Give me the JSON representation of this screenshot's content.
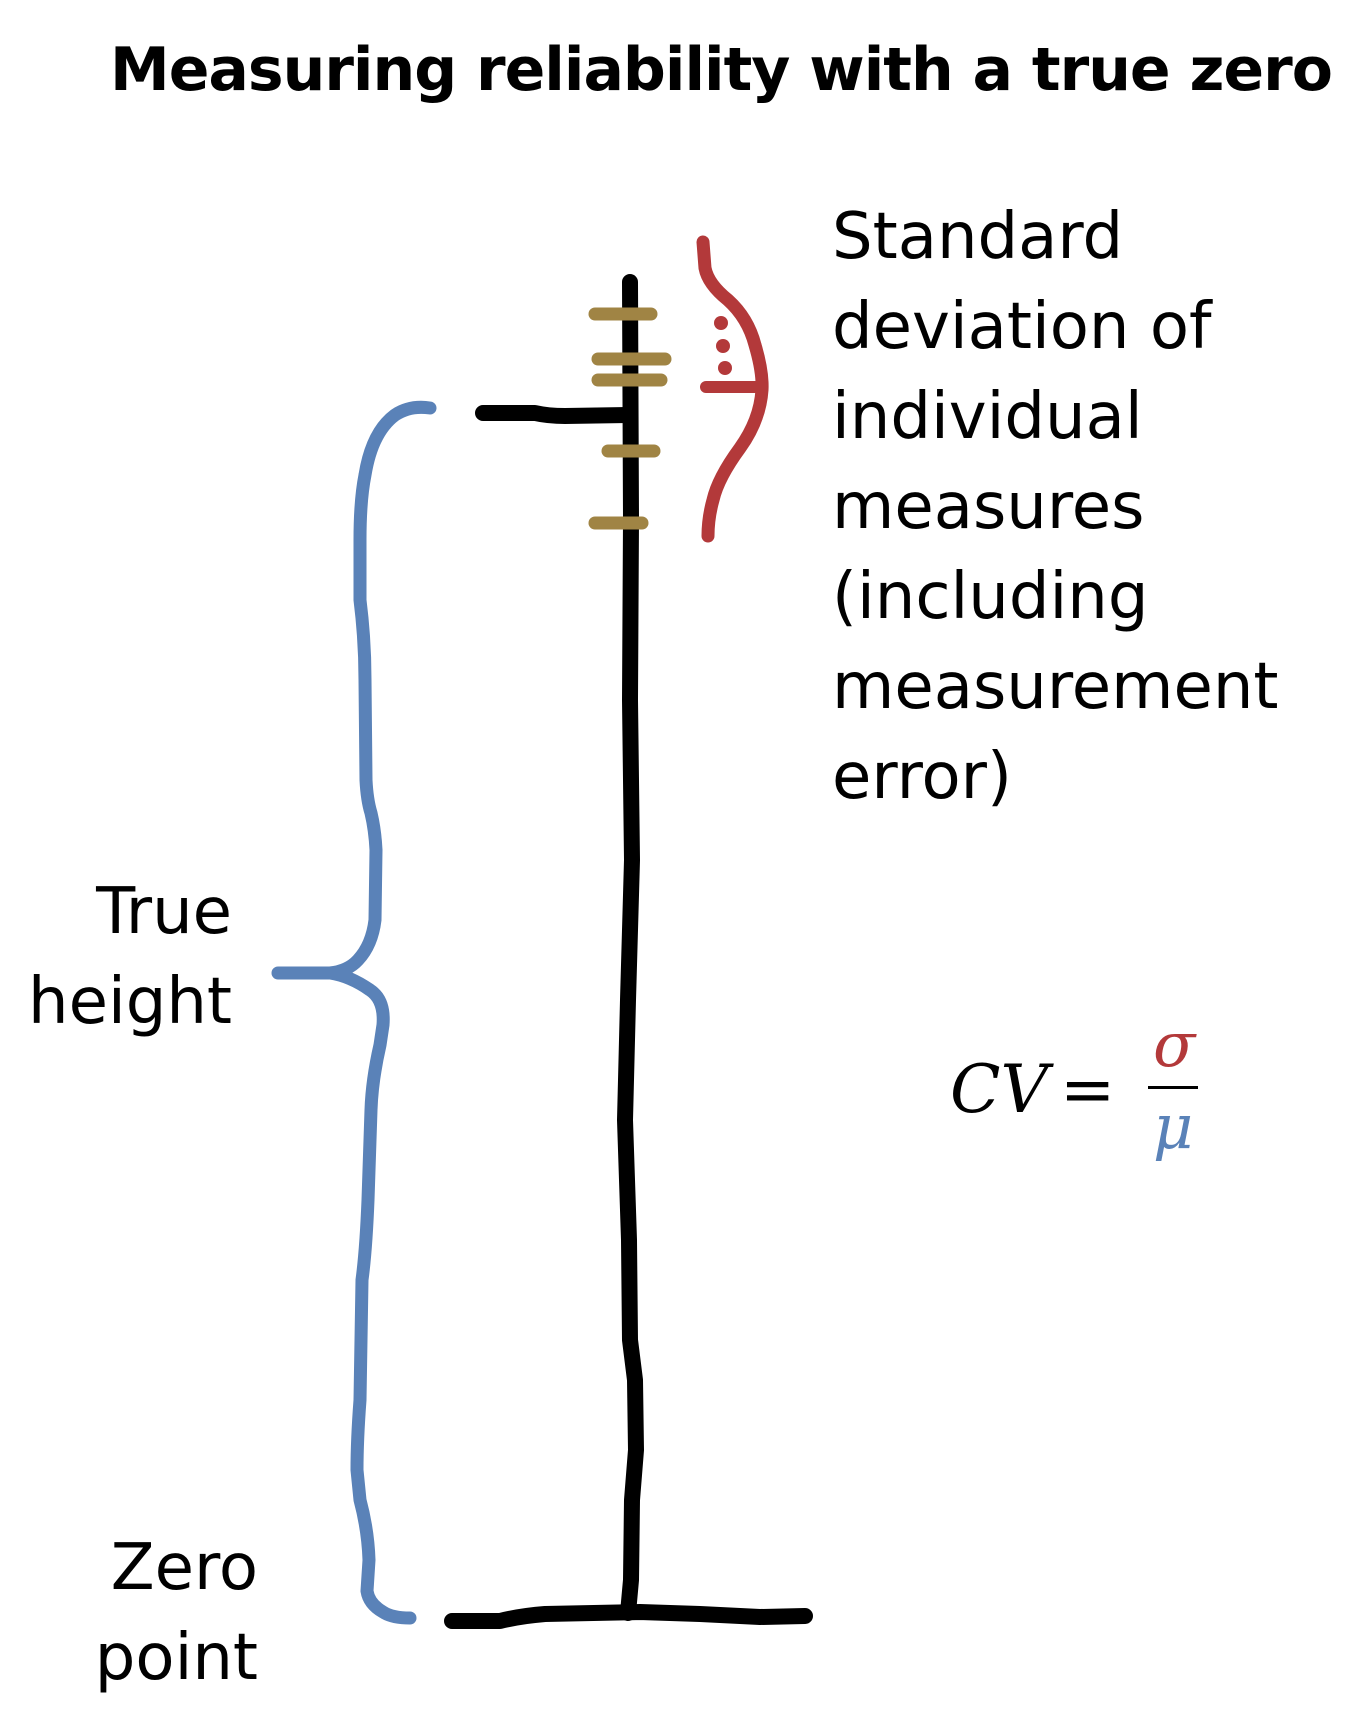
{
  "title": "Measuring reliability with a true zero",
  "labels": {
    "sd_lines": [
      "Standard",
      "deviation of",
      "individual",
      "measures",
      "(including",
      "measurement",
      "error)"
    ],
    "true_height_lines": [
      "True",
      "height"
    ],
    "zero_point_lines": [
      "Zero",
      "point"
    ]
  },
  "formula": {
    "lhs": "CV",
    "equals": "=",
    "numerator": "σ",
    "denominator": "μ"
  },
  "colors": {
    "pole": "#000000",
    "measures": "#a08444",
    "sd_curve": "#b3393a",
    "brace": "#5a82b8",
    "numerator": "#b3393a",
    "denominator": "#5a82b8",
    "text": "#000000"
  }
}
